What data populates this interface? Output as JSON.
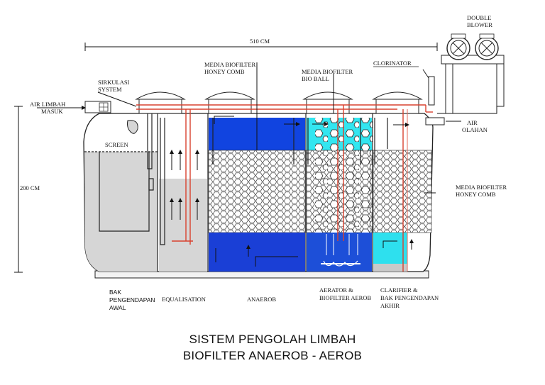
{
  "dimensions": {
    "length": "510 CM",
    "height": "200 CM"
  },
  "labels": {
    "air_limbah_line1": "AIR LIMBAH",
    "air_limbah_line2": "MASUK",
    "sirkulasi_line1": "SIRKULASI",
    "sirkulasi_line2": "SYSTEM",
    "screen": "SCREEN",
    "media_honey_top_line1": "MEDIA BIOFILTER",
    "media_honey_top_line2": "HONEY COMB",
    "media_bioball_line1": "MEDIA BIOFILTER",
    "media_bioball_line2": "BIO BALL",
    "clorinator": "CLORINATOR",
    "double_blower_line1": "DOUBLE",
    "double_blower_line2": "BLOWER",
    "air_olahan_line1": "AIR",
    "air_olahan_line2": "OLAHAN",
    "media_honey_right_line1": "MEDIA BIOFILTER",
    "media_honey_right_line2": "HONEY COMB"
  },
  "compartments": {
    "bak_line1": "BAK",
    "bak_line2": "PENGENDAPAN",
    "bak_line3": "AWAL",
    "equalisation": "EQUALISATION",
    "anaerob": "ANAEROB",
    "aerator_line1": "AERATOR &",
    "aerator_line2": "BIOFILTER AEROB",
    "clarifier_line1": "CLARIFIER &",
    "clarifier_line2": "BAK PENGENDAPAN",
    "clarifier_line3": "AKHIR"
  },
  "title": {
    "line1": "SISTEM PENGOLAH LIMBAH",
    "line2": "BIOFILTER ANAEROB - AEROB"
  },
  "colors": {
    "anaerob_blue": "#1144e0",
    "anaerob_blue_bottom": "#1a3fd6",
    "aerob_cyan": "#33e6f0",
    "aerob_blue": "#1d4fd8",
    "clarifier_cyan": "#2ee0ee",
    "settling_gray": "#cfcfcf",
    "pipe_red": "#d9412f"
  }
}
